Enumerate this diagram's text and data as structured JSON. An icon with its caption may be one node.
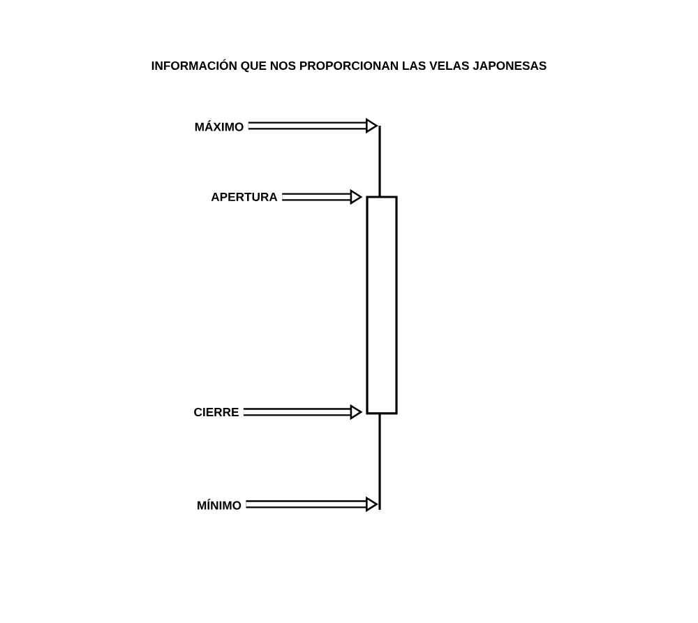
{
  "diagram": {
    "title": "INFORMACIÓN QUE NOS PROPORCIONAN LAS VELAS JAPONESAS",
    "nodes": [
      {
        "text": [
          "MÁXIMO"
        ]
      },
      {
        "text": [
          "APERTURA"
        ]
      },
      {
        "text": [
          "CIERRE"
        ]
      },
      {
        "text": [
          "MÍNIMO"
        ]
      },
      {
        "text": [],
        "shape": "bar"
      }
    ],
    "edges": [
      {
        "from": 0,
        "to": 4,
        "arrow": "to"
      },
      {
        "from": 1,
        "to": 4,
        "arrow": "to"
      },
      {
        "from": 2,
        "to": 4,
        "arrow": "to"
      },
      {
        "from": 3,
        "to": 4,
        "arrow": "to"
      }
    ]
  }
}
